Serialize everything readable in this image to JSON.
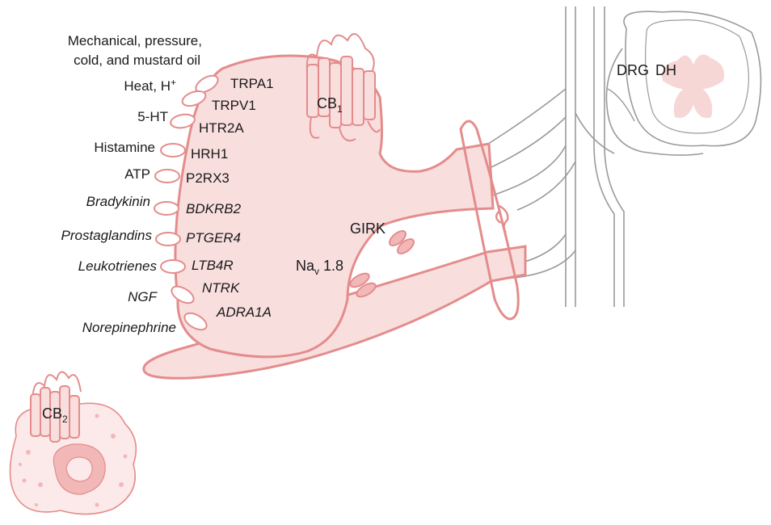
{
  "colors": {
    "membrane": "#e48c8c",
    "fill": "#f9dede",
    "fill_light": "#fce9e9",
    "spinal_cord": "#9a9a9a",
    "gray_matter": "#f7d6d6",
    "ink": "#1a1a1a"
  },
  "stimulus_line1": "Mechanical, pressure,",
  "stimulus_line2": "cold, and mustard oil",
  "pairs": [
    {
      "stimulus": "",
      "receptor": "TRPA1",
      "italic": false
    },
    {
      "stimulus": "Heat, H",
      "stimulus_sup": "+",
      "receptor": "TRPV1",
      "italic": false
    },
    {
      "stimulus": "5-HT",
      "receptor": "HTR2A",
      "italic": false
    },
    {
      "stimulus": "Histamine",
      "receptor": "HRH1",
      "italic": false
    },
    {
      "stimulus": "ATP",
      "receptor": "P2RX3",
      "italic": false
    },
    {
      "stimulus": "Bradykinin",
      "receptor": "BDKRB2",
      "italic": true
    },
    {
      "stimulus": "Prostaglandins",
      "receptor": "PTGER4",
      "italic": true
    },
    {
      "stimulus": "Leukotrienes",
      "receptor": "LTB4R",
      "italic": true
    },
    {
      "stimulus": "NGF",
      "receptor": "NTRK",
      "italic": true
    },
    {
      "stimulus": "Norepinephrine",
      "receptor": "ADRA1A",
      "italic": true
    }
  ],
  "cb1": {
    "base": "CB",
    "sub": "1"
  },
  "cb2": {
    "base": "CB",
    "sub": "2"
  },
  "girk": "GIRK",
  "nav": {
    "base": "Na",
    "sub": "v",
    "rest": " 1.8"
  },
  "drg": "DRG",
  "dh": "DH"
}
